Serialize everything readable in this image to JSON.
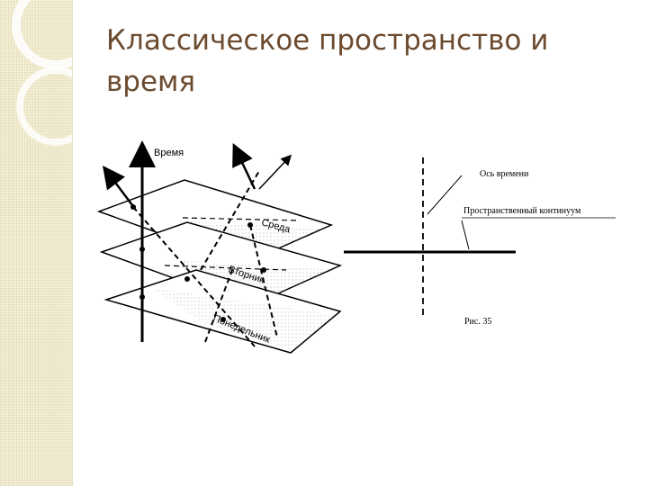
{
  "slide": {
    "title_line1": "Классическое пространство и",
    "title_line2": "время"
  },
  "left_figure": {
    "time_label": "Время",
    "plane_labels": [
      "Среда",
      "Вторник",
      "Понедельник"
    ]
  },
  "right_figure": {
    "time_axis_label": "Ось времени",
    "continuum_label": "Пространственный континуум",
    "caption": "Рис. 35"
  },
  "colors": {
    "title": "#6b4a2e",
    "band": "#f3efd9"
  }
}
